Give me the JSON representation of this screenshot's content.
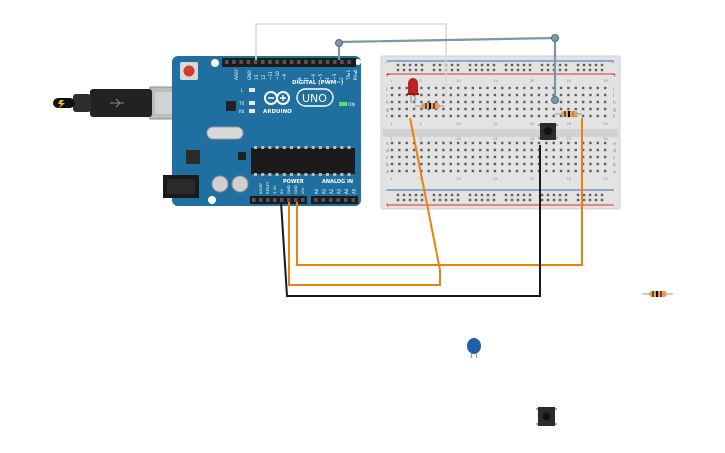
{
  "board": {
    "model": "UNO",
    "brand": "ARDUINO",
    "aref": "AREF",
    "gnd": "GND",
    "digital_label": "DIGITAL (PWM~)",
    "digital_pins": [
      "13",
      "12",
      "~11",
      "~10",
      "~9",
      "8",
      "7",
      "~6",
      "~5",
      "4",
      "~3",
      "2",
      "TX▸1",
      "RX◂0"
    ],
    "power_label": "POWER",
    "analog_label": "ANALOG IN",
    "power_pins": [
      "IOREF",
      "RESET",
      "3.3V",
      "5V",
      "GND",
      "GND",
      "Vin"
    ],
    "analog_pins": [
      "A0",
      "A1",
      "A2",
      "A3",
      "A4",
      "A5"
    ],
    "led_labels": [
      "L",
      "TX",
      "RX"
    ],
    "on_label": "ON"
  },
  "breadboard": {
    "row_letters_top": [
      "j",
      "i",
      "h",
      "g",
      "f"
    ],
    "row_letters_bottom": [
      "e",
      "d",
      "c",
      "b",
      "a"
    ],
    "column_numbers": [
      "1",
      "5",
      "10",
      "15",
      "20",
      "25",
      "30"
    ],
    "rail_minus": "-",
    "rail_plus": "+"
  },
  "colors": {
    "board": "#1f6fa0",
    "wire_orange": "#e8820c",
    "wire_black": "#1a1a1a",
    "wire_gray": "#7d97a8",
    "wire_white": "#d9d9d9",
    "led_red": "#c0231d",
    "rail_red": "#d7322c",
    "rail_blue": "#3a66b8",
    "capacitor_blue": "#1e5fa8"
  },
  "loose_parts": [
    "resistor",
    "ceramic-capacitor",
    "pushbutton"
  ]
}
